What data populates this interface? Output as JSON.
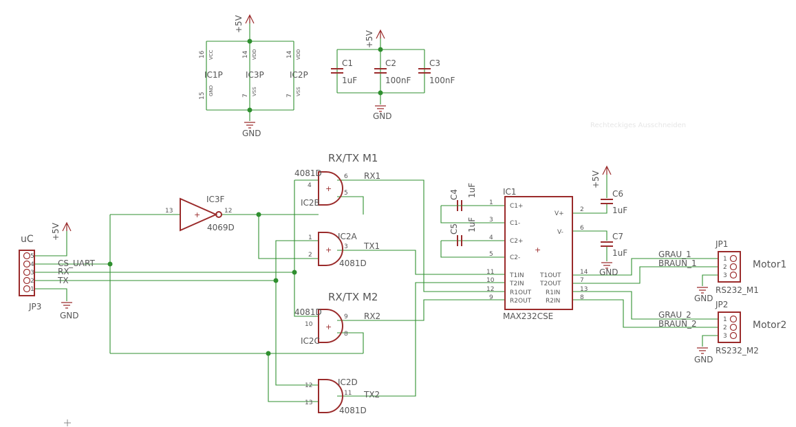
{
  "power": {
    "p5v": "+5V",
    "gnd": "GND"
  },
  "ic_power_parts": [
    {
      "name": "IC1P",
      "pin_top": "16",
      "pin_bot": "15",
      "lbl_top": "VCC",
      "lbl_bot": "GND"
    },
    {
      "name": "IC3P",
      "pin_top": "14",
      "pin_bot": "7",
      "lbl_top": "VDD",
      "lbl_bot": "VSS"
    },
    {
      "name": "IC2P",
      "pin_top": "14",
      "pin_bot": "7",
      "lbl_top": "VDD",
      "lbl_bot": "VSS"
    }
  ],
  "decoupling_caps": [
    {
      "name": "C1",
      "value": "1uF"
    },
    {
      "name": "C2",
      "value": "100nF"
    },
    {
      "name": "C3",
      "value": "100nF"
    }
  ],
  "faint_text": "Rechteckiges Ausschneiden",
  "groups": {
    "m1": "RX/TX M1",
    "m2": "RX/TX M2"
  },
  "gates": {
    "ic2b": {
      "type": "4081D",
      "name": "IC2B",
      "pin_a": "4",
      "pin_b": "5",
      "pin_out": "6"
    },
    "ic2a": {
      "type": "4081D",
      "name": "IC2A",
      "pin_a": "1",
      "pin_b": "2",
      "pin_out": "3"
    },
    "ic2c": {
      "type": "4081D",
      "name": "IC2C",
      "pin_a": "10",
      "pin_b": "8",
      "pin_out": "9"
    },
    "ic2d": {
      "type": "4081D",
      "name": "IC2D",
      "pin_a": "12",
      "pin_b": "13",
      "pin_out": "11"
    },
    "ic3f": {
      "type": "4069D",
      "name": "IC3F",
      "pin_in": "13",
      "pin_out": "12"
    }
  },
  "nets": {
    "rx1": "RX1",
    "tx1": "TX1",
    "rx2": "RX2",
    "tx2": "TX2",
    "cs_uart": "CS_UART",
    "rx": "RX",
    "tx": "TX",
    "grau1": "GRAU_1",
    "braun1": "BRAUN_1",
    "grau2": "GRAU_2",
    "braun2": "BRAUN_2"
  },
  "uc": {
    "title": "uC",
    "name": "JP3",
    "pins": [
      "5",
      "4",
      "3",
      "2",
      "1"
    ]
  },
  "max232": {
    "name": "IC1",
    "value": "MAX232CSE",
    "left_pins": [
      {
        "num": "1",
        "label": "C1+"
      },
      {
        "num": "3",
        "label": "C1-"
      },
      {
        "num": "4",
        "label": "C2+"
      },
      {
        "num": "5",
        "label": "C2-"
      },
      {
        "num": "11",
        "label": "T1IN"
      },
      {
        "num": "10",
        "label": "T2IN"
      },
      {
        "num": "12",
        "label": "R1OUT"
      },
      {
        "num": "9",
        "label": "R2OUT"
      }
    ],
    "right_pins": [
      {
        "num": "2",
        "label": "V+"
      },
      {
        "num": "6",
        "label": "V-"
      },
      {
        "num": "14",
        "label": "T1OUT"
      },
      {
        "num": "7",
        "label": "T2OUT"
      },
      {
        "num": "13",
        "label": "R1IN"
      },
      {
        "num": "8",
        "label": "R2IN"
      }
    ]
  },
  "pump_caps": [
    {
      "name": "C4",
      "value": "1uF"
    },
    {
      "name": "C5",
      "value": "1uF"
    },
    {
      "name": "C6",
      "value": "1uF"
    },
    {
      "name": "C7",
      "value": "1uF"
    }
  ],
  "connectors": [
    {
      "name": "JP1",
      "value": "RS232_M1",
      "motor": "Motor1",
      "pins": [
        "1",
        "2",
        "3"
      ]
    },
    {
      "name": "JP2",
      "value": "RS232_M2",
      "motor": "Motor2",
      "pins": [
        "1",
        "2",
        "3"
      ]
    }
  ],
  "colors": {
    "wire": "#2f8f2f",
    "symbol": "#9a2a2a",
    "text": "#555555"
  }
}
